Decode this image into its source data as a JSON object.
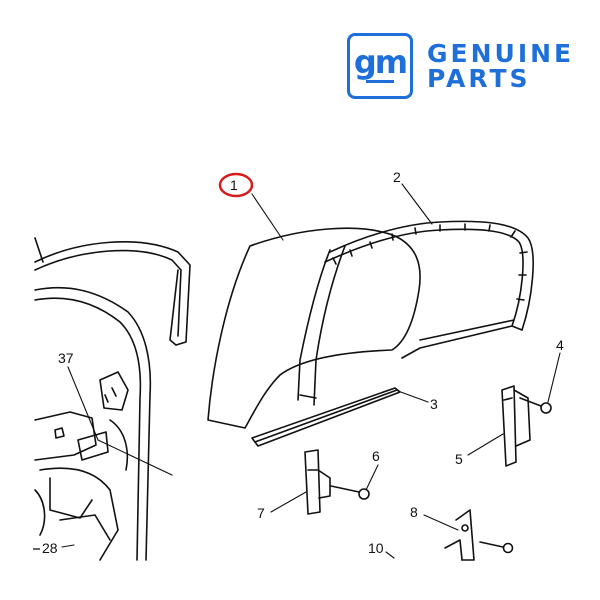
{
  "brand": {
    "logo_text": "gm",
    "line1": "GENUINE",
    "line2": "PARTS",
    "color": "#1e6fd9"
  },
  "callouts": {
    "c1": "1",
    "c2": "2",
    "c3": "3",
    "c4": "4",
    "c5": "5",
    "c6": "6",
    "c7": "7",
    "c8": "8",
    "c10": "10",
    "c28": "28",
    "c37": "37"
  },
  "highlight_color": "#d81b1b"
}
